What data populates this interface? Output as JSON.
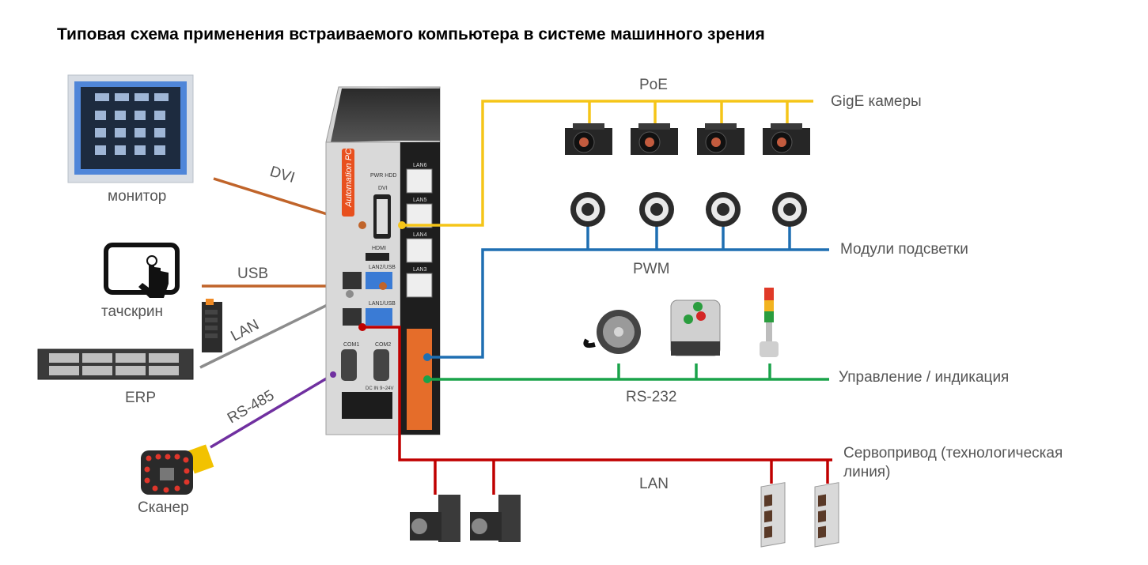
{
  "title": "Типовая схема применения встраиваемого компьютера в системе машинного зрения",
  "device_label": "Automation PC",
  "ports": {
    "pwr": "PWR HDD",
    "dvi": "DVI",
    "hdmi": "HDMI",
    "lan2usb": "LAN2/USB",
    "lan1usb": "LAN1/USB",
    "com1": "COM1",
    "com2": "COM2",
    "dcin": "DC IN 9~24V",
    "lan6": "LAN6",
    "lan5": "LAN5",
    "lan4": "LAN4",
    "lan3": "LAN3"
  },
  "labels": {
    "monitor": "монитор",
    "touchscreen": "тачскрин",
    "erp": "ERP",
    "scanner": "Сканер",
    "dvi": "DVI",
    "usb": "USB",
    "lan_left": "LAN",
    "rs485": "RS-485",
    "poe": "PoE",
    "gige": "GigE камеры",
    "lighting": "Модули подсветки",
    "pwm": "PWM",
    "control": "Управление / индикация",
    "rs232": "RS-232",
    "servo": "Сервопривод (технологическая линия)",
    "lan_bottom": "LAN"
  },
  "colors": {
    "dvi": "#c0642a",
    "usb": "#c0642a",
    "lan_gray": "#8c8c8c",
    "rs485": "#7030a0",
    "poe": "#f5c518",
    "pwm": "#1f6fb2",
    "rs232": "#1aa34a",
    "servo": "#c00000"
  }
}
